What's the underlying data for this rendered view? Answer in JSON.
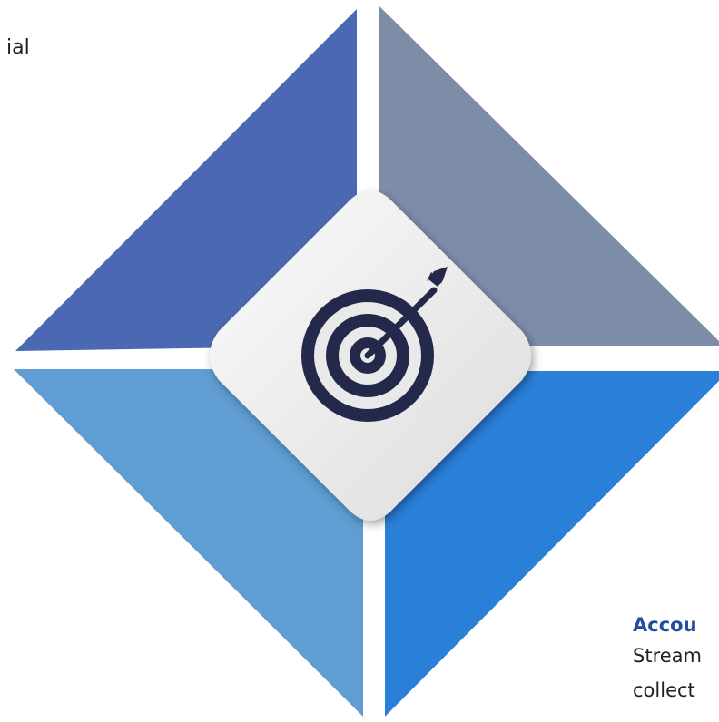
{
  "fragments": {
    "top_left": "ial",
    "heading": "Accou",
    "body_line1": "Stream",
    "body_line2": "collect"
  },
  "quadrants": [
    {
      "position": "top-left",
      "color": "#4a69b2"
    },
    {
      "position": "top-right",
      "color": "#7d8da8"
    },
    {
      "position": "bottom-left",
      "color": "#5f9dd2"
    },
    {
      "position": "bottom-right",
      "color": "#2a7fd8"
    }
  ],
  "center": {
    "icon": "target-arrow-icon",
    "card_color": "#eeeeee",
    "icon_color": "#24284a"
  }
}
